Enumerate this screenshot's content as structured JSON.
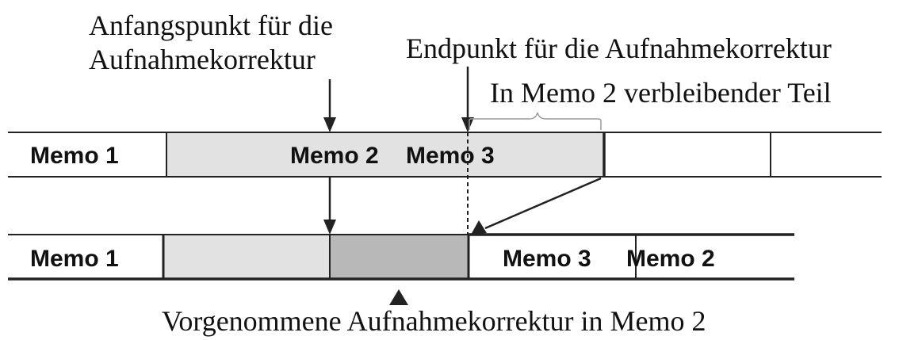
{
  "labels": {
    "start_point_line1": "Anfangspunkt für die",
    "start_point_line2": "Aufnahmekorrektur",
    "end_point": "Endpunkt für die Aufnahmekorrektur",
    "remaining_part": "In Memo 2 verbleibender Teil",
    "correction_made": "Vorgenommene Aufnahmekorrektur in Memo 2"
  },
  "top_bar": {
    "memo1": "Memo 1",
    "memo2": "Memo 2",
    "memo3": "Memo 3"
  },
  "bottom_bar": {
    "memo1": "Memo 1",
    "memo3": "Memo 3",
    "memo2": "Memo 2"
  },
  "colors": {
    "light_fill": "#e2e2e2",
    "dark_fill": "#b8b8b8",
    "line": "#222222"
  }
}
